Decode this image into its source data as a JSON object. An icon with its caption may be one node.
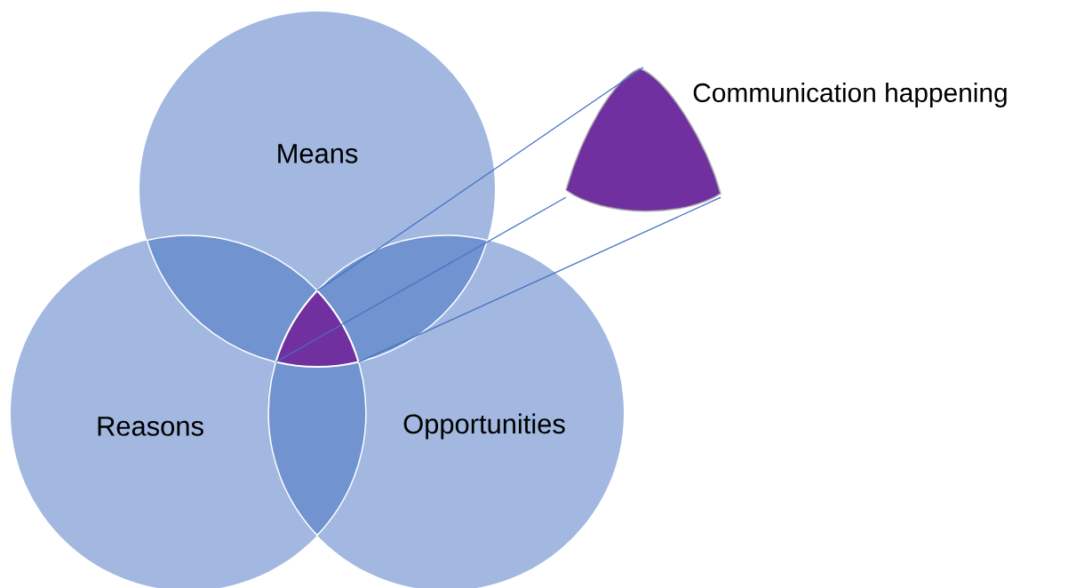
{
  "diagram": {
    "nodes": [
      {
        "text": [
          "Means"
        ]
      },
      {
        "text": [
          "Reasons"
        ]
      },
      {
        "text": [
          "Opportunities"
        ]
      },
      {
        "text": [],
        "shape": "triangle"
      },
      {
        "text": [
          "Communication happening"
        ]
      }
    ],
    "edges": [
      {
        "from": 3,
        "to": 4,
        "arrow": "none"
      },
      {
        "from": 3,
        "to": 4,
        "arrow": "none"
      },
      {
        "from": 3,
        "to": 4,
        "arrow": "none"
      }
    ]
  }
}
